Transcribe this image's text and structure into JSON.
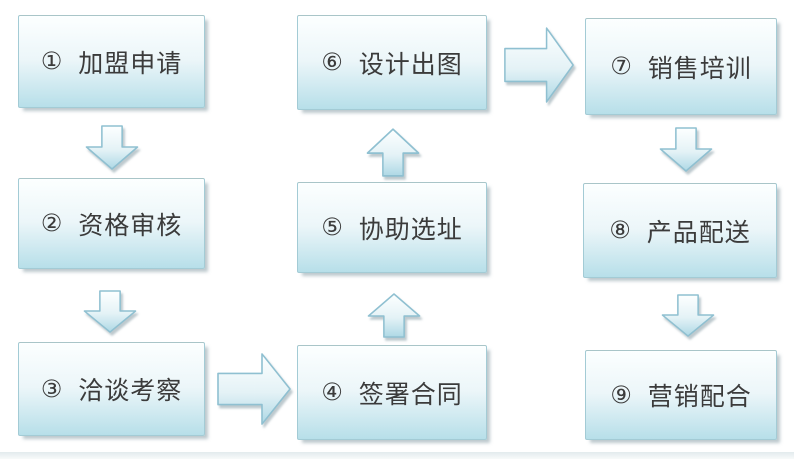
{
  "diagram": {
    "boxes": [
      {
        "number": "①",
        "label": "加盟申请"
      },
      {
        "number": "②",
        "label": "资格审核"
      },
      {
        "number": "③",
        "label": "洽谈考察"
      },
      {
        "number": "④",
        "label": "签署合同"
      },
      {
        "number": "⑤",
        "label": "协助选址"
      },
      {
        "number": "⑥",
        "label": "设计出图"
      },
      {
        "number": "⑦",
        "label": "销售培训"
      },
      {
        "number": "⑧",
        "label": "产品配送"
      },
      {
        "number": "⑨",
        "label": "营销配合"
      }
    ],
    "connections": [
      {
        "from": "① 加盟申请",
        "to": "② 资格审核",
        "direction": "down"
      },
      {
        "from": "② 资格审核",
        "to": "③ 洽谈考察",
        "direction": "down"
      },
      {
        "from": "③ 洽谈考察",
        "to": "④ 签署合同",
        "direction": "right"
      },
      {
        "from": "④ 签署合同",
        "to": "⑤ 协助选址",
        "direction": "up"
      },
      {
        "from": "⑤ 协助选址",
        "to": "⑥ 设计出图",
        "direction": "up"
      },
      {
        "from": "⑥ 设计出图",
        "to": "⑦ 销售培训",
        "direction": "right"
      },
      {
        "from": "⑦ 销售培训",
        "to": "⑧ 产品配送",
        "direction": "down"
      },
      {
        "from": "⑧ 产品配送",
        "to": "⑨ 营销配合",
        "direction": "down"
      }
    ]
  },
  "theme": {
    "box-top": "#fcffff",
    "box-bottom": "#b7dfe9",
    "box-border": "#a3cbd5",
    "arrow-top": "#fdffff",
    "arrow-bottom": "#aed8e5",
    "arrow-border": "#8fc0d1",
    "text-color": "#3b3b3b",
    "shadow-color": "rgba(123,148,158,0.5)"
  }
}
